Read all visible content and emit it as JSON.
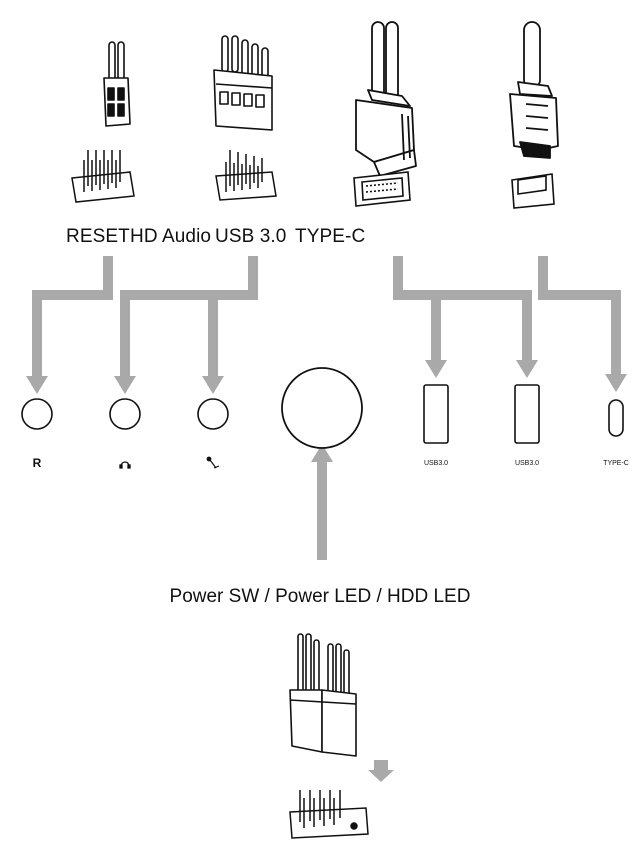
{
  "header": {
    "reset": "RESET",
    "hd_audio": "HD Audio",
    "usb30": "USB 3.0",
    "typec": "TYPE-C"
  },
  "ports": {
    "reset_label": "R",
    "usb_left_label": "USB3.0",
    "usb_right_label": "USB3.0",
    "typec_label": "TYPE-C"
  },
  "power": {
    "label": "Power SW / Power LED / HDD LED"
  },
  "colors": {
    "arrow": "#a9a9a9",
    "line": "#111111",
    "connector_fill": "#ffffff"
  }
}
